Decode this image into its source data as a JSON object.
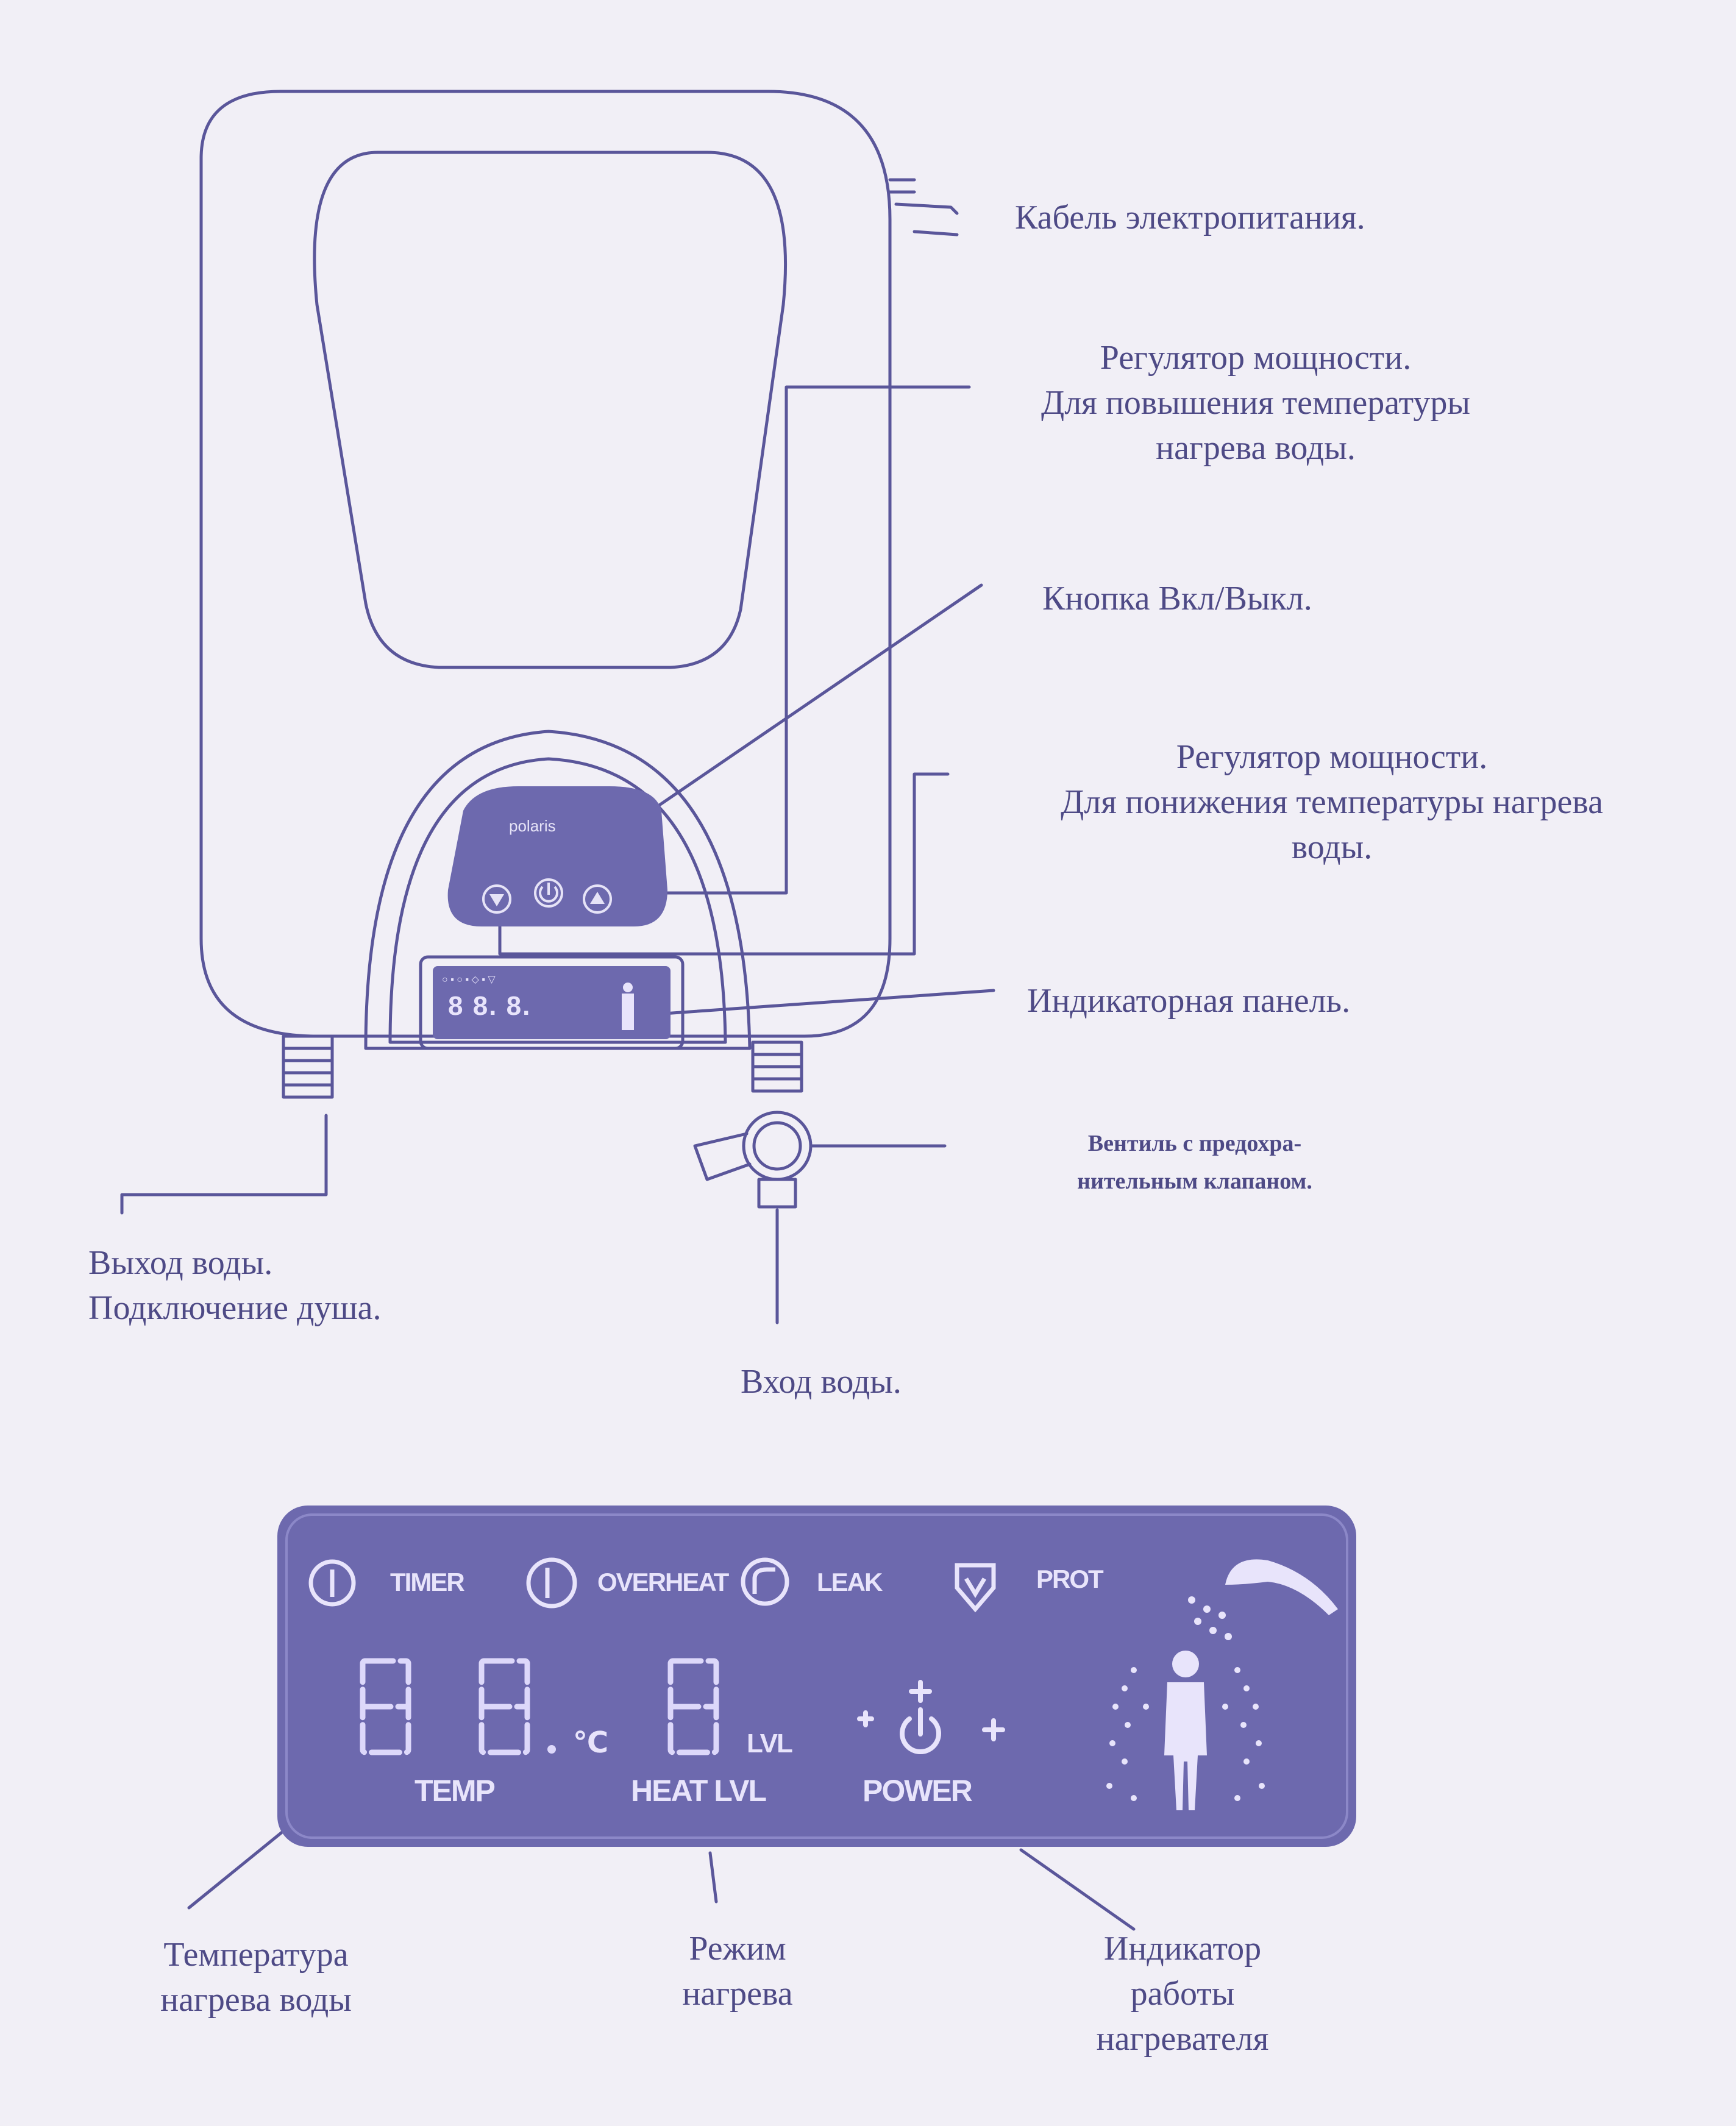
{
  "diagram": {
    "callouts": {
      "power_cable": "Кабель электропитания.",
      "power_up": [
        "Регулятор мощности.",
        "Для повышения температуры",
        "нагрева воды."
      ],
      "on_off": "Кнопка Вкл/Выкл.",
      "power_down": [
        "Регулятор мощности.",
        "Для понижения температуры нагрева",
        "воды."
      ],
      "indicator_panel": "Индикаторная панель.",
      "valve": [
        "Вентиль с предохра-",
        "нительным клапаном."
      ],
      "water_out": [
        "Выход воды.",
        "Подключение душа."
      ],
      "water_in": "Вход воды."
    },
    "device": {
      "brand": "polaris"
    }
  },
  "lcd": {
    "indicators": {
      "timer": "TIMER",
      "overheat": "OVERHEAT",
      "leak": "LEAK",
      "prot": "PROT"
    },
    "temp_unit": "℃",
    "temp_label": "TEMP",
    "heat_unit": "LVL",
    "heat_label": "HEAT LVL",
    "power_label": "POWER",
    "captions": {
      "temperature": [
        "Температура",
        "нагрева воды"
      ],
      "heat_mode": [
        "Режим",
        "нагрева"
      ],
      "heater_indicator": [
        "Индикатор",
        "работы",
        "нагревателя"
      ]
    }
  },
  "colors": {
    "ink": "#4e4a86",
    "panel": "#6d69ae",
    "lcd_glow": "#e8e4fb",
    "background": "#f1eff6"
  }
}
